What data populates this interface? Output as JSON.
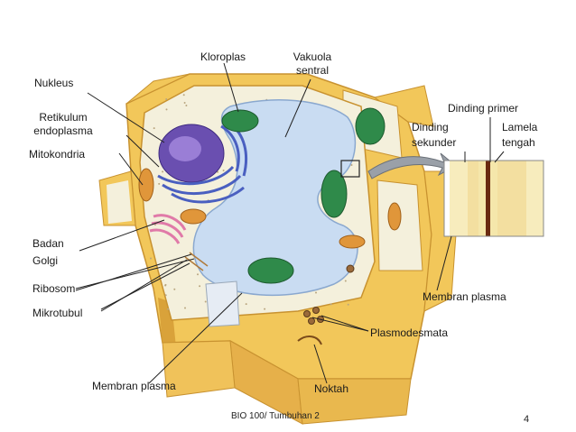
{
  "diagram": {
    "labels": {
      "kloroplas": "Kloroplas",
      "vakuola_line1": "Vakuola",
      "vakuola_line2": "sentral",
      "nukleus": "Nukleus",
      "retikulum_line1": "Retikulum",
      "retikulum_line2": "endoplasma",
      "mitokondria": "Mitokondria",
      "badan_line1": "Badan",
      "badan_line2": "Golgi",
      "ribosom": "Ribosom",
      "mikrotubul": "Mikrotubul",
      "membran_plasma_left": "Membran plasma",
      "noktah": "Noktah",
      "plasmodesmata": "Plasmodesmata",
      "membran_plasma_right": "Membran plasma",
      "dinding_primer": "Dinding primer",
      "dinding_sekunder_line1": "Dinding",
      "dinding_sekunder_line2": "sekunder",
      "lamela_line1": "Lamela",
      "lamela_line2": "tengah"
    },
    "colors": {
      "cell_wall": "#f2c75a",
      "cell_wall_dark": "#d9a23a",
      "cytoplasm": "#f4f0dc",
      "vacuole": "#c9dcf2",
      "chloroplast": "#2f8a4a",
      "nucleus": "#6a4fb0",
      "er": "#4a5fc0",
      "golgi": "#e07aa8",
      "mitochondria": "#e0963a"
    }
  },
  "footer": {
    "course": "BIO 100/ Tumbuhan 2",
    "page": "4"
  }
}
